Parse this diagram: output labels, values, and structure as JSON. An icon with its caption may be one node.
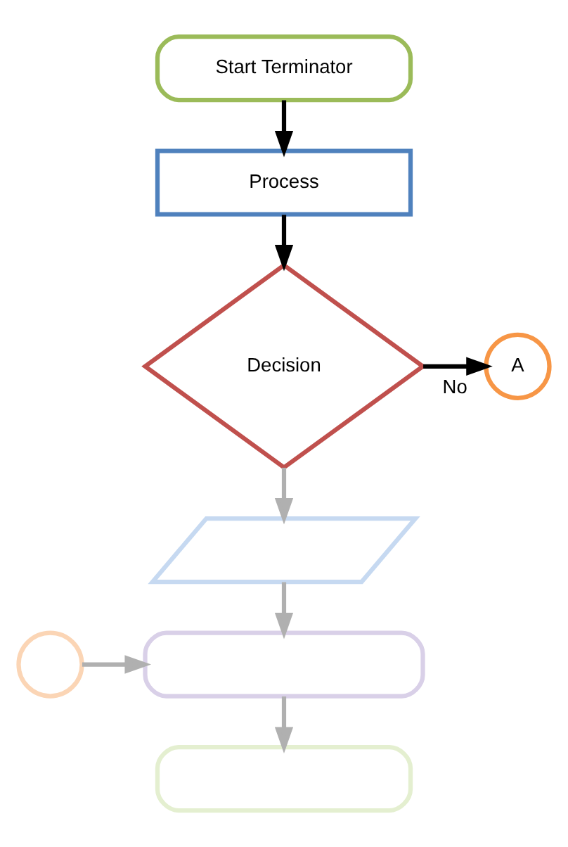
{
  "diagram": {
    "nodes": [
      {
        "text": [
          "Start Terminator"
        ]
      },
      {
        "text": [
          "Process"
        ]
      },
      {
        "text": [
          "Decision"
        ]
      },
      {
        "text": [
          "A"
        ]
      },
      {
        "text": [],
        "shape": "parallelogram"
      },
      {
        "text": [],
        "shape": "box"
      },
      {
        "text": [],
        "shape": "circle"
      },
      {
        "text": [],
        "shape": "oval"
      }
    ],
    "edges": [
      {
        "from": 0,
        "to": 1,
        "arrow": "to",
        "color": "#000000"
      },
      {
        "from": 1,
        "to": 2,
        "arrow": "to",
        "color": "#000000"
      },
      {
        "from": 2,
        "to": 3,
        "arrow": "to",
        "label": "No",
        "color": "#000000"
      },
      {
        "from": 2,
        "to": 4,
        "arrow": "to",
        "color": "#b0b0b0"
      },
      {
        "from": 4,
        "to": 5,
        "arrow": "to",
        "color": "#b0b0b0"
      },
      {
        "from": 6,
        "to": 5,
        "arrow": "to",
        "color": "#b0b0b0"
      },
      {
        "from": 5,
        "to": 7,
        "arrow": "to",
        "color": "#b0b0b0"
      }
    ]
  }
}
